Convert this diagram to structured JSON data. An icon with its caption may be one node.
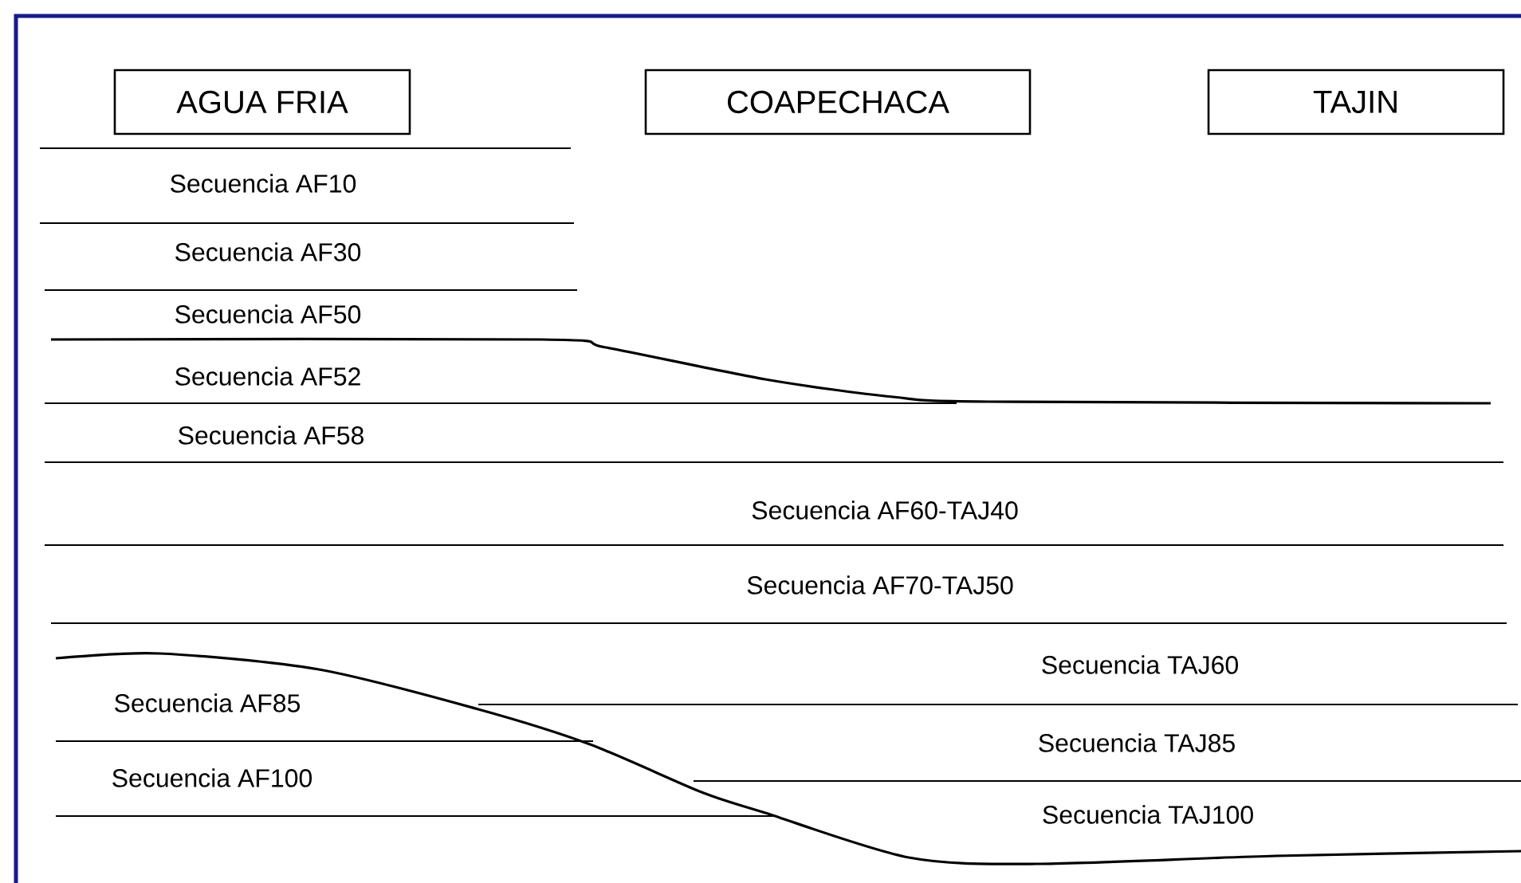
{
  "diagram": {
    "nodes": [
      {
        "text": [
          "AGUA FRIA"
        ]
      },
      {
        "text": [
          "COAPECHACA"
        ]
      },
      {
        "text": [
          "TAJIN"
        ]
      }
    ],
    "labels": [
      "Secuencia AF10",
      "Secuencia AF30",
      "Secuencia AF50",
      "Secuencia AF52",
      "Secuencia AF58",
      "Secuencia AF60-TAJ40",
      "Secuencia AF70-TAJ50",
      "Secuencia TAJ60",
      "Secuencia AF85",
      "Secuencia TAJ85",
      "Secuencia AF100",
      "Secuencia TAJ100"
    ]
  }
}
